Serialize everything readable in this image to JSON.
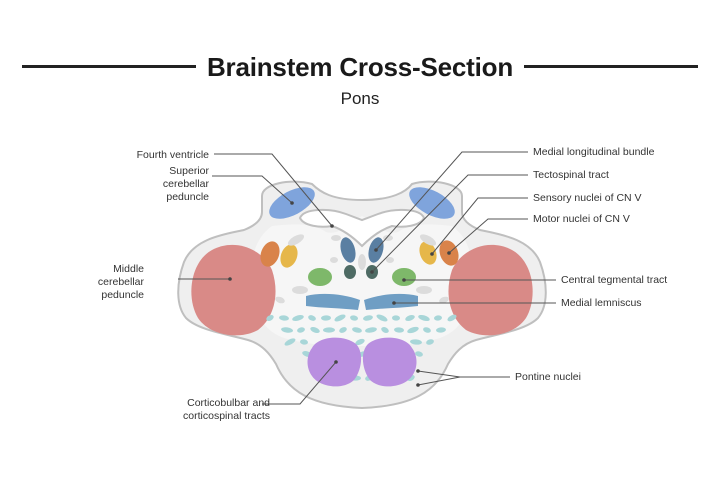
{
  "header": {
    "title": "Brainstem Cross-Section",
    "subtitle": "Pons"
  },
  "colors": {
    "outline": "#bfbfbf",
    "tissue": "#efefef",
    "inner": "#f6f6f6",
    "ventricle": "#ffffff",
    "peduncle_sup": "#7fa4dc",
    "peduncle_mid": "#d98a87",
    "mlf": "#5a7fa2",
    "tectospinal": "#4e6b64",
    "sensory_v": "#e6b74a",
    "motor_v": "#d9834a",
    "central_tegmental": "#7eb86a",
    "medial_lemniscus": "#6f9ec4",
    "corticospinal": "#b98fe0",
    "pontine_nuclei": "#a8d6d8"
  },
  "labels": {
    "fourth_ventricle": "Fourth ventricle",
    "superior_peduncle": [
      "Superior",
      "cerebellar",
      "peduncle"
    ],
    "middle_peduncle": [
      "Middle",
      "cerebellar",
      "peduncle"
    ],
    "corticobulbar": [
      "Corticobulbar and",
      "corticospinal tracts"
    ],
    "mlf": "Medial longitudinal bundle",
    "tectospinal": "Tectospinal tract",
    "sensory_nuclei": "Sensory nuclei of CN V",
    "motor_nuclei": "Motor nuclei of CN V",
    "central_tegmental": "Central tegmental tract",
    "medial_lemniscus": "Medial lemniscus",
    "pontine_nuclei": "Pontine nuclei"
  }
}
